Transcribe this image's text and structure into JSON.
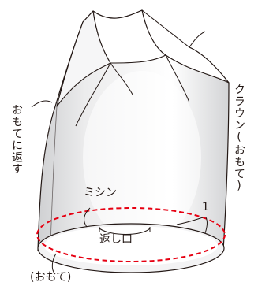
{
  "labels": {
    "left_vertical": "おもてに返す",
    "right_vertical": "クラウン(おもて)",
    "sewing": "ミシン",
    "number": "1",
    "opening": "返し口",
    "bottom": "(おもて)"
  },
  "colors": {
    "ink": "#231815",
    "fabric": "#ffffff",
    "shadow": "#d9dadb",
    "stitch": "#e60012"
  }
}
